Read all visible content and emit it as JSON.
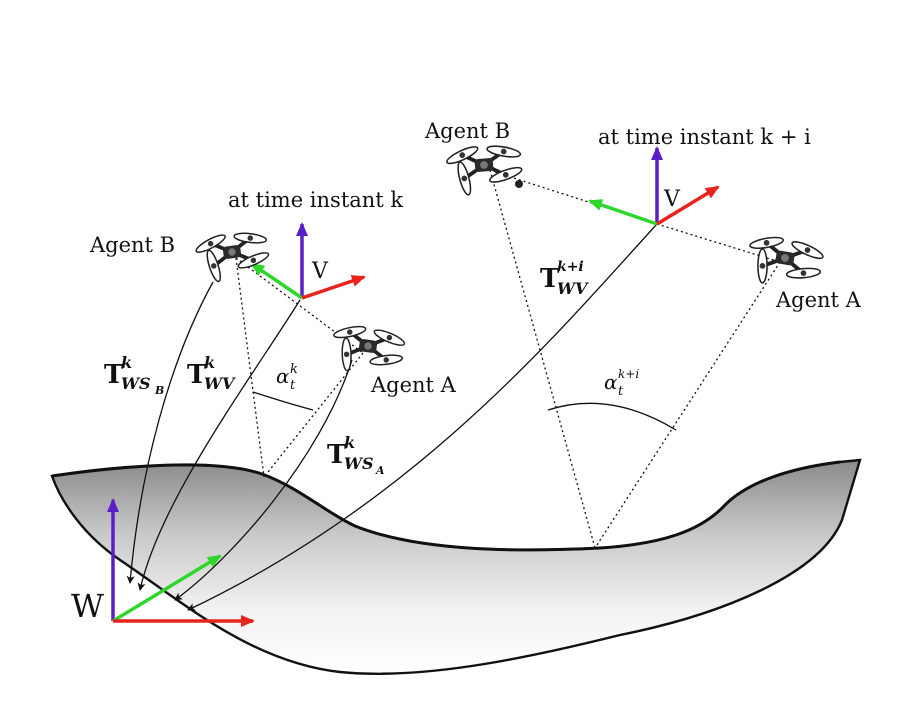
{
  "labels": {
    "time_k": "at time instant k",
    "time_ki": "at time instant k + i",
    "agent_b": "Agent B",
    "agent_a": "Agent A",
    "frame_v": "V",
    "frame_w": "W"
  },
  "transforms": {
    "T_symbol": "T",
    "ws_b": {
      "sup": "k",
      "sub": "WS",
      "subsub": "B"
    },
    "wv": {
      "sup": "k",
      "sub": "WV"
    },
    "ws_a": {
      "sup": "k",
      "sub": "WS",
      "subsub": "A"
    },
    "wv_ki": {
      "sup": "k+i",
      "sub": "WV"
    }
  },
  "angles": {
    "alpha": "α",
    "alpha_t_k": {
      "sub": "t",
      "sup": "k"
    },
    "alpha_t_ki": {
      "sub": "t",
      "sup": "k+i"
    }
  },
  "colors": {
    "x_axis": "#e8231c",
    "y_axis": "#2fd62a",
    "z_axis": "#5b1fc8",
    "line": "#111111"
  },
  "icons": [
    "drone-icon"
  ]
}
